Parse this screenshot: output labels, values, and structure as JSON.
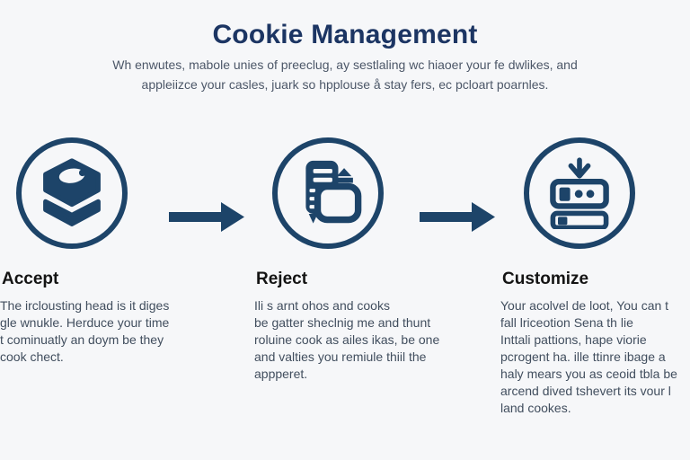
{
  "colors": {
    "background": "#f6f7f9",
    "accent_navy": "#1d4469",
    "title_navy": "#1c3563",
    "heading_text": "#141414",
    "body_text": "#414e5e",
    "subtitle_text": "#4c5768"
  },
  "header": {
    "title": "Cookie Management",
    "subtitle_line1": "Wh enwutes, mabole unies of preeclug, ay sestlaling wc hiaoer your fe dwlikes, and",
    "subtitle_line2": "appleiizce your casles, juark so hpplouse å stay fers, ec pcloart poarnles."
  },
  "steps": [
    {
      "label": "Accept",
      "icon": "cookie-stack-icon",
      "description_lines": [
        "The irclousting head is it diges",
        "gle wnukle. Herduce your time",
        "t cominuatly an doym be they",
        "cook chect."
      ]
    },
    {
      "label": "Reject",
      "icon": "document-card-icon",
      "description_lines": [
        "Ili s arnt ohos and cooks",
        "be gatter sheclnig me and thunt",
        "roluine cook as ailes ikas, be one",
        "and valties you remiule thiil the",
        "appperet."
      ]
    },
    {
      "label": "Customize",
      "icon": "download-tray-icon",
      "description_lines": [
        "Your acolvel de loot,  You can t",
        "fall lriceotion Sena th lie",
        "Inttali pattions, hape viorie",
        "pcrogent ha. ille ttinre ibage a",
        "haly mears you as ceoid tbla be",
        "arcend dived tshevert its vour l",
        "land cookes."
      ]
    }
  ]
}
